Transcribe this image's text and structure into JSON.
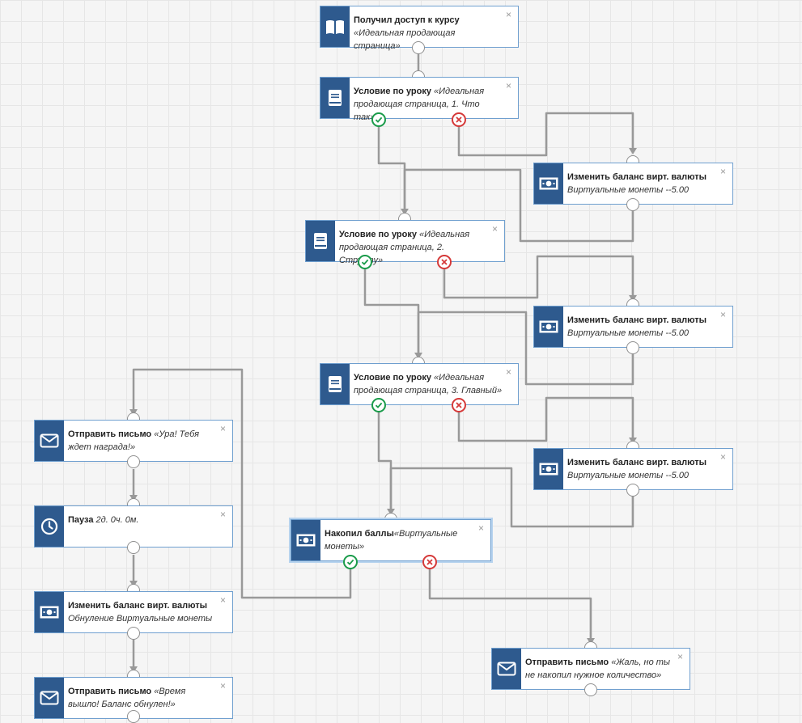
{
  "nodes": [
    {
      "id": "n1",
      "icon": "book-open-icon",
      "title": "Получил доступ к курсу",
      "detail": "«Идеальная продающая страница»"
    },
    {
      "id": "n2",
      "icon": "book-closed-icon",
      "title": "Условие по уроку",
      "detail": "«Идеальная продающая страница, 1. Что так»"
    },
    {
      "id": "n3",
      "icon": "money-icon",
      "title": "Изменить баланс вирт. валюты",
      "detail": "Виртуальные монеты --5.00"
    },
    {
      "id": "n4",
      "icon": "book-closed-icon",
      "title": "Условие по уроку",
      "detail": "«Идеальная продающая страница, 2. Структу»"
    },
    {
      "id": "n5",
      "icon": "money-icon",
      "title": "Изменить баланс вирт. валюты",
      "detail": "Виртуальные монеты --5.00"
    },
    {
      "id": "n6",
      "icon": "book-closed-icon",
      "title": "Условие по уроку",
      "detail": "«Идеальная продающая страница, 3. Главный»"
    },
    {
      "id": "n7",
      "icon": "money-icon",
      "title": "Изменить баланс вирт. валюты",
      "detail": "Виртуальные монеты --5.00"
    },
    {
      "id": "n8",
      "icon": "money-icon",
      "title": "Накопил баллы",
      "detail": "«Виртуальные монеты»"
    },
    {
      "id": "n9",
      "icon": "envelope-icon",
      "title": "Отправить письмо",
      "detail": "«Ура! Тебя ждет награда!»"
    },
    {
      "id": "n10",
      "icon": "clock-icon",
      "title": "Пауза",
      "detail": "2д. 0ч. 0м."
    },
    {
      "id": "n11",
      "icon": "money-icon",
      "title": "Изменить баланс вирт. валюты",
      "detail": "Обнуление Виртуальные монеты"
    },
    {
      "id": "n12",
      "icon": "envelope-icon",
      "title": "Отправить письмо",
      "detail": "«Время вышло! Баланс обнулен!»"
    },
    {
      "id": "n13",
      "icon": "envelope-icon",
      "title": "Отправить письмо",
      "detail": "«Жаль, но ты не накопил нужное количество»"
    }
  ],
  "colors": {
    "node_icon_bg": "#2e5a8e",
    "node_border": "#6f9fcf",
    "edge": "#999999",
    "yes_badge": "#1a9b4a",
    "no_badge": "#d53939"
  },
  "close_glyph": "×"
}
